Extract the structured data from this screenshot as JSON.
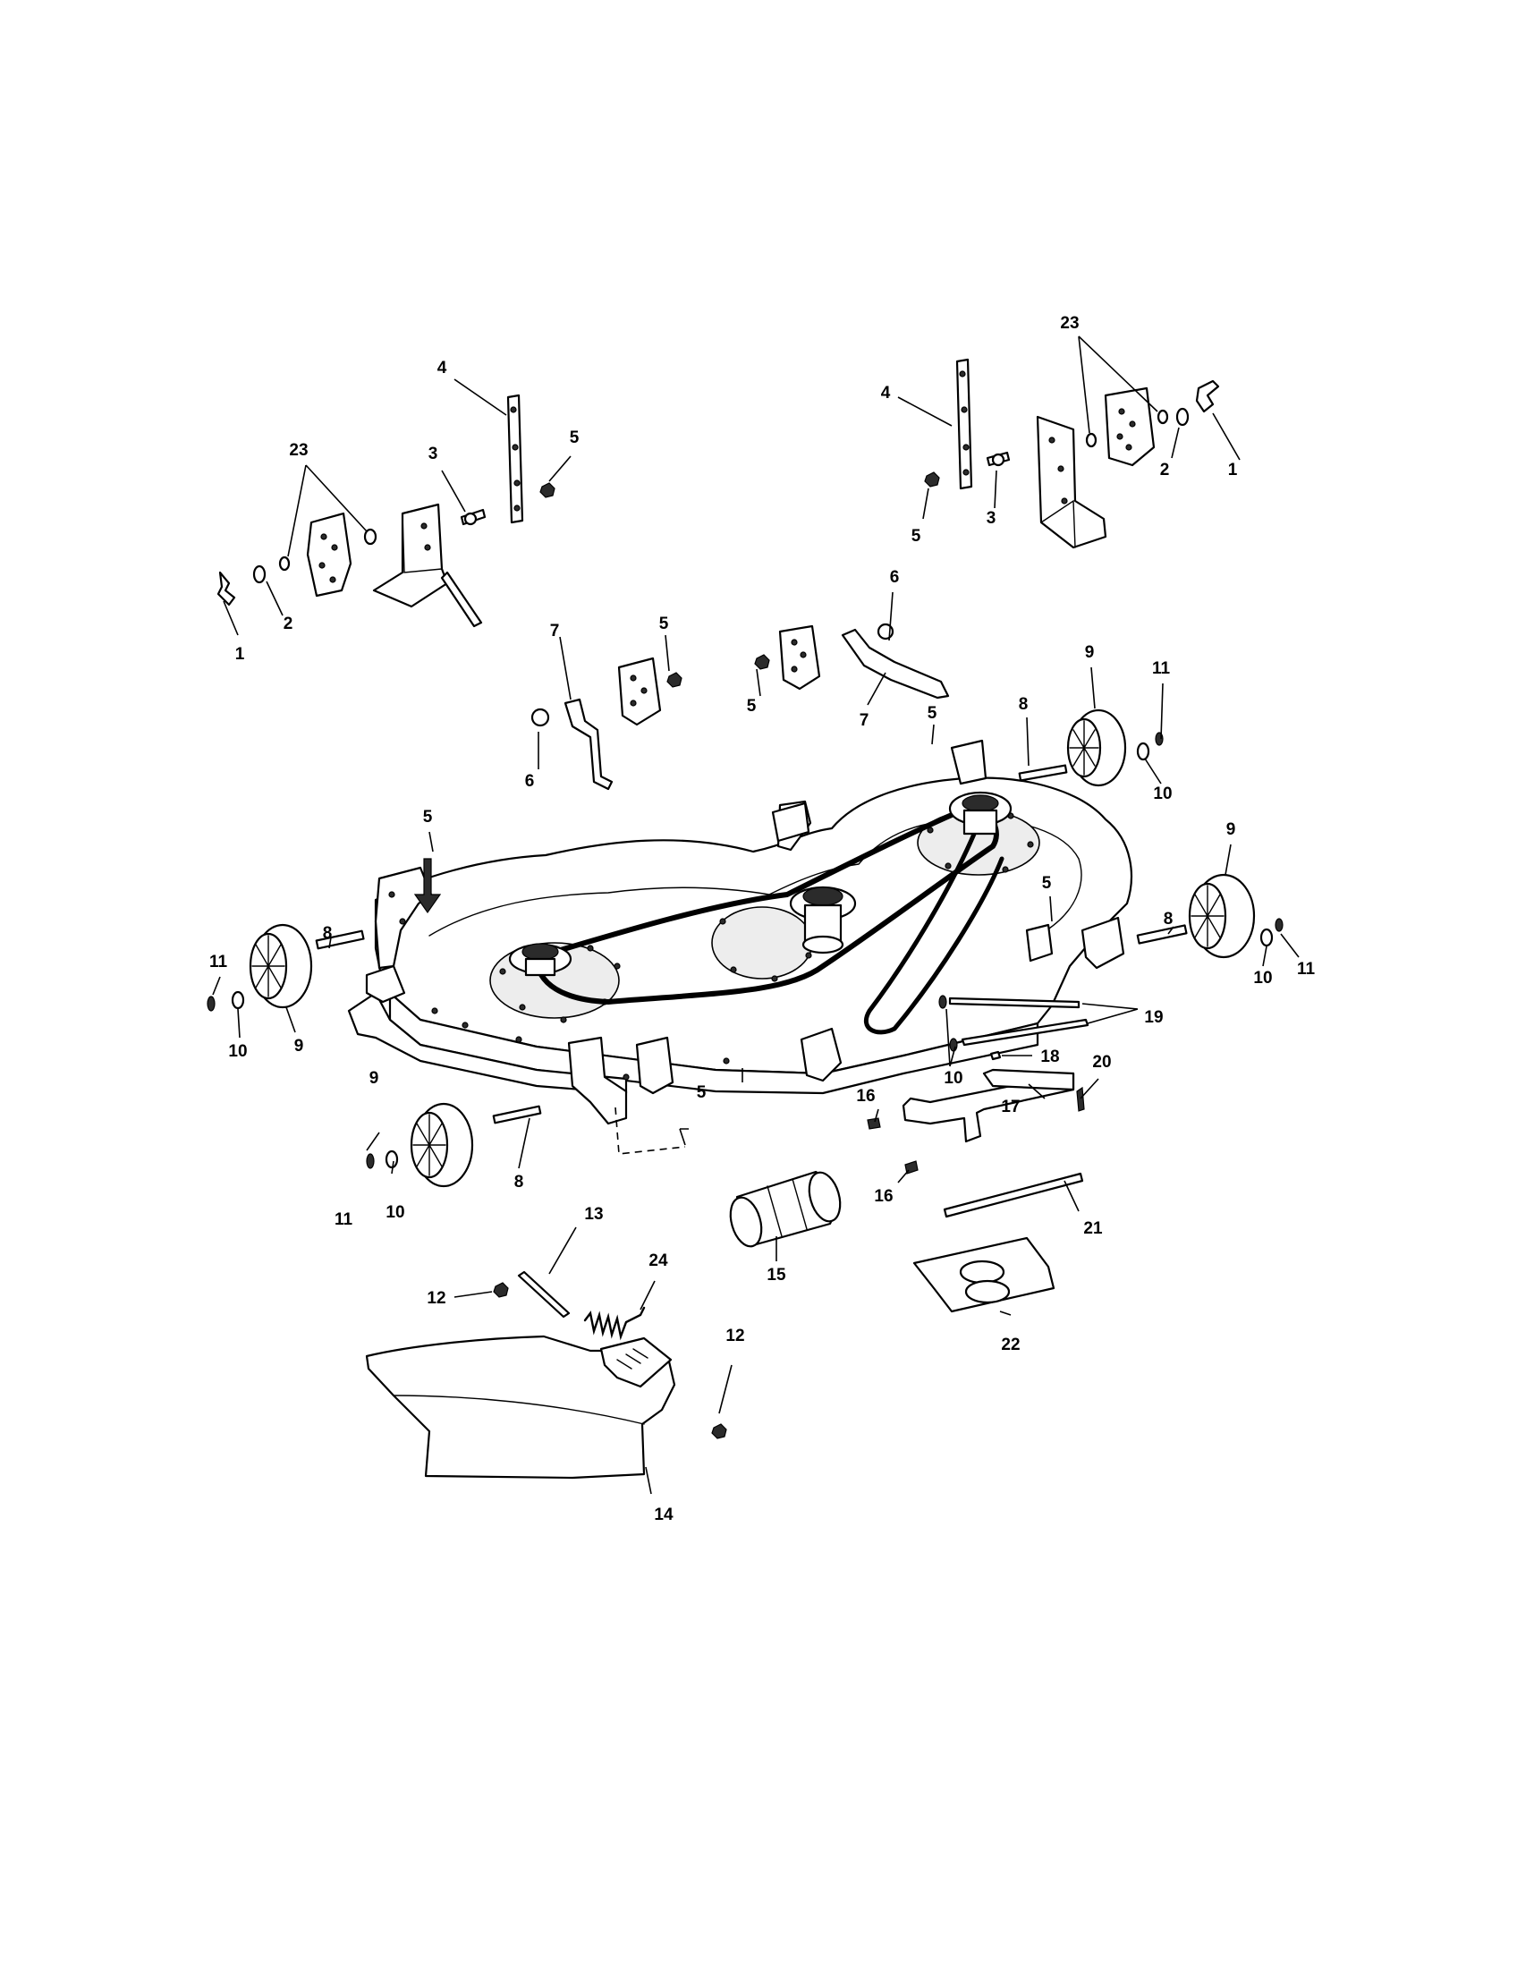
{
  "diagram": {
    "callouts": [
      {
        "id": "c1a",
        "label": "1"
      },
      {
        "id": "c2a",
        "label": "2"
      },
      {
        "id": "c23a",
        "label": "23"
      },
      {
        "id": "c3a",
        "label": "3"
      },
      {
        "id": "c4a",
        "label": "4"
      },
      {
        "id": "c5a",
        "label": "5"
      },
      {
        "id": "c4b",
        "label": "4"
      },
      {
        "id": "c5b",
        "label": "5"
      },
      {
        "id": "c3b",
        "label": "3"
      },
      {
        "id": "c23b",
        "label": "23"
      },
      {
        "id": "c2b",
        "label": "2"
      },
      {
        "id": "c1b",
        "label": "1"
      },
      {
        "id": "c6a",
        "label": "6"
      },
      {
        "id": "c7a",
        "label": "7"
      },
      {
        "id": "c5c",
        "label": "5"
      },
      {
        "id": "c6b",
        "label": "6"
      },
      {
        "id": "c5d",
        "label": "5"
      },
      {
        "id": "c7b",
        "label": "7"
      },
      {
        "id": "c5e",
        "label": "5"
      },
      {
        "id": "c8a",
        "label": "8"
      },
      {
        "id": "c9a",
        "label": "9"
      },
      {
        "id": "c11a",
        "label": "11"
      },
      {
        "id": "c10a",
        "label": "10"
      },
      {
        "id": "c5f",
        "label": "5"
      },
      {
        "id": "c8b",
        "label": "8"
      },
      {
        "id": "c11b",
        "label": "11"
      },
      {
        "id": "c9b",
        "label": "9"
      },
      {
        "id": "c10b",
        "label": "10"
      },
      {
        "id": "c5g",
        "label": "5"
      },
      {
        "id": "c9c",
        "label": "9"
      },
      {
        "id": "c8c",
        "label": "8"
      },
      {
        "id": "c10c",
        "label": "10"
      },
      {
        "id": "c11c",
        "label": "11"
      },
      {
        "id": "c19",
        "label": "19"
      },
      {
        "id": "c18",
        "label": "18"
      },
      {
        "id": "c10d",
        "label": "10"
      },
      {
        "id": "c9d",
        "label": "9"
      },
      {
        "id": "c5h",
        "label": "5"
      },
      {
        "id": "c8d",
        "label": "8"
      },
      {
        "id": "c11d",
        "label": "11"
      },
      {
        "id": "c10e",
        "label": "10"
      },
      {
        "id": "c16a",
        "label": "16"
      },
      {
        "id": "c17",
        "label": "17"
      },
      {
        "id": "c20",
        "label": "20"
      },
      {
        "id": "c16b",
        "label": "16"
      },
      {
        "id": "c21",
        "label": "21"
      },
      {
        "id": "c15",
        "label": "15"
      },
      {
        "id": "c12a",
        "label": "12"
      },
      {
        "id": "c13",
        "label": "13"
      },
      {
        "id": "c24",
        "label": "24"
      },
      {
        "id": "c22",
        "label": "22"
      },
      {
        "id": "c12b",
        "label": "12"
      },
      {
        "id": "c14",
        "label": "14"
      }
    ]
  }
}
